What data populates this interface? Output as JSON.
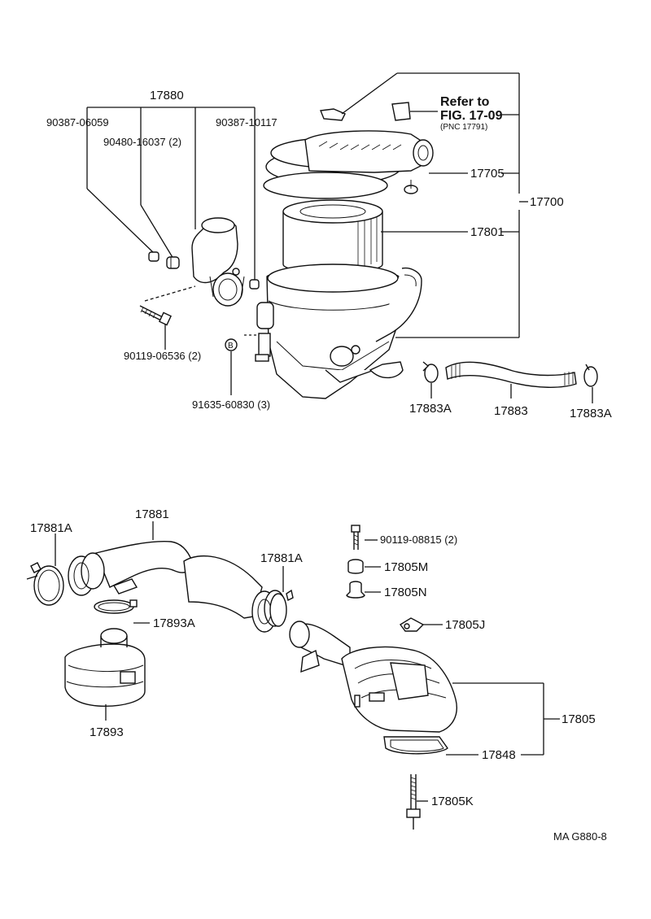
{
  "labels": {
    "p17880": "17880",
    "p90387_06059": "90387-06059",
    "p90480_16037": "90480-16037 (2)",
    "p90387_10117": "90387-10117",
    "p90119_06536": "90119-06536 (2)",
    "p91635_60830": "91635-60830 (3)",
    "refer_to": "Refer to",
    "fig_ref": "FIG. 17-09",
    "pnc_ref": "(PNC 17791)",
    "p17705": "17705",
    "p17700": "17700",
    "p17801": "17801",
    "p17883A_left": "17883A",
    "p17883": "17883",
    "p17883A_right": "17883A",
    "p17881": "17881",
    "p17881A_left": "17881A",
    "p17881A_right": "17881A",
    "p17893A": "17893A",
    "p17893": "17893",
    "p90119_08815": "90119-08815 (2)",
    "p17805M": "17805M",
    "p17805N": "17805N",
    "p17805J": "17805J",
    "p17805": "17805",
    "p17848": "17848",
    "p17805K": "17805K",
    "b_marker": "B",
    "figure_code": "MA G880-8"
  }
}
